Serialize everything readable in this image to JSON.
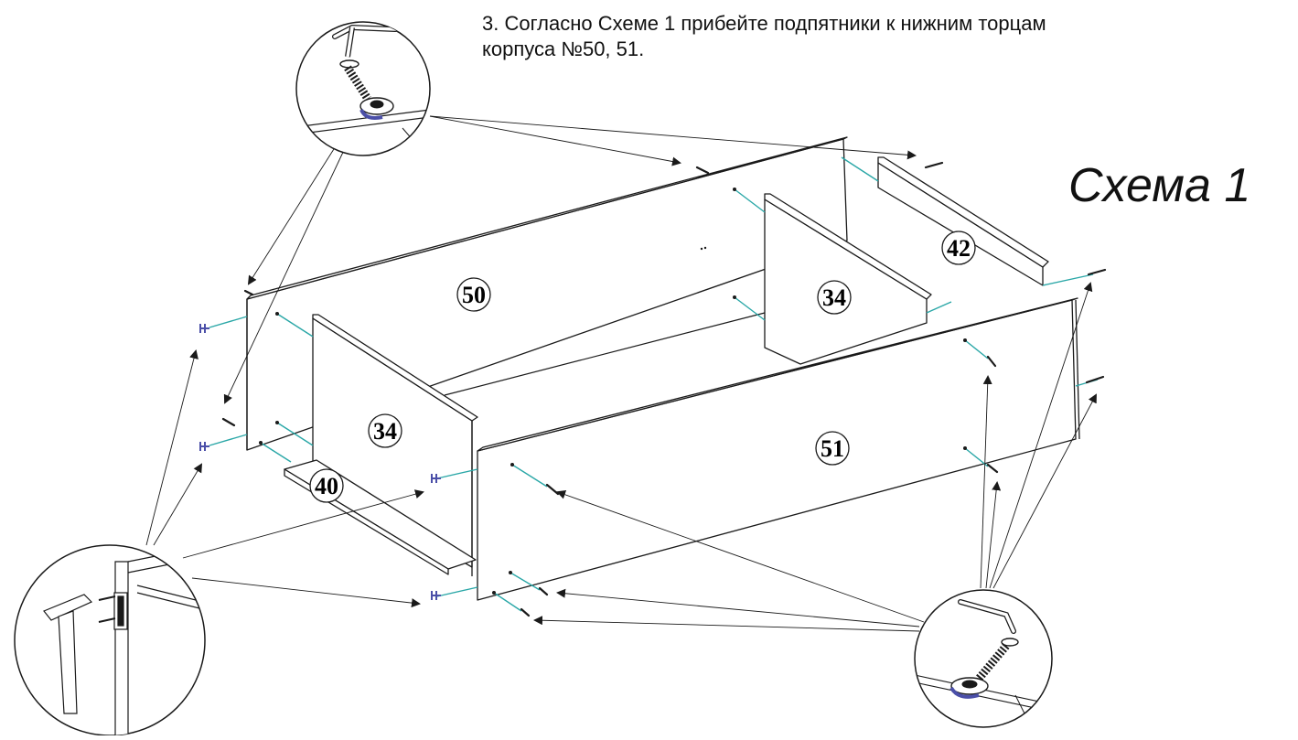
{
  "instruction": {
    "line1": "3. Согласно Схеме 1 прибейте подпятники к нижним торцам",
    "line2": "корпуса №50, 51."
  },
  "scheme_title": "Схема 1",
  "parts": {
    "back_panel": "50",
    "front_panel": "51",
    "left_divider": "34",
    "mid_divider": "34",
    "right_divider": "42",
    "shelf": "40"
  },
  "colors": {
    "line": "#1a1a1a",
    "dowel_guide": "#2aa7a7",
    "glide": "#4b4fa8"
  },
  "icons": [
    "hex-key-confirmat-icon",
    "hammer-glide-icon"
  ]
}
